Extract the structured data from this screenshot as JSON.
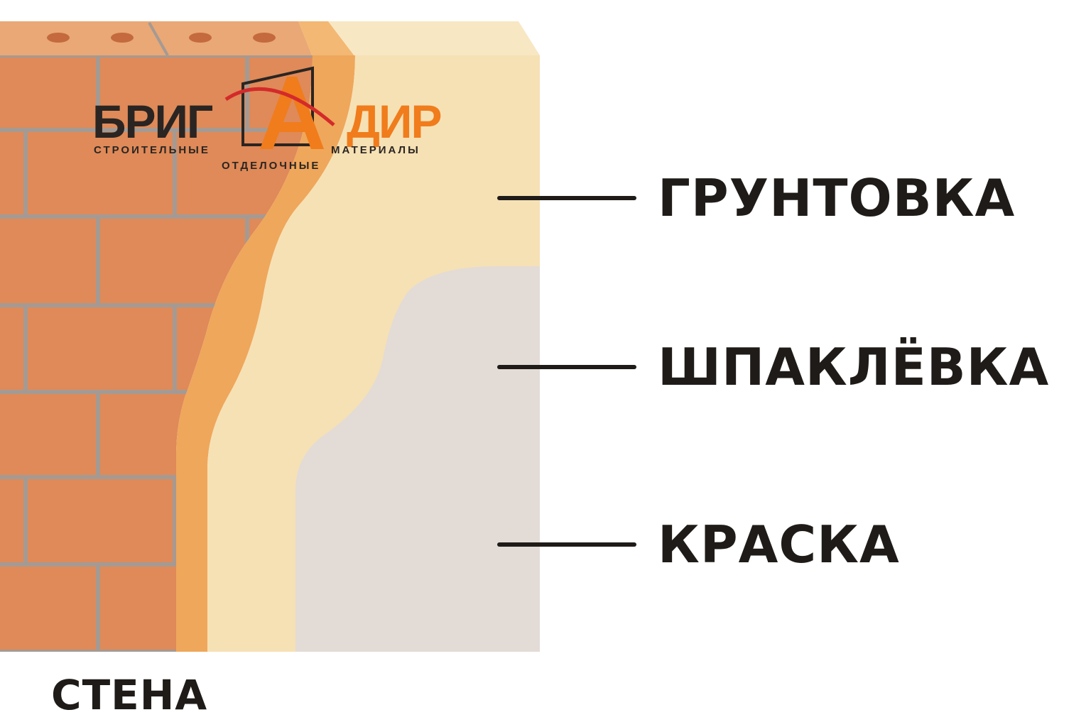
{
  "labels": {
    "primer": "ГРУНТОВКА",
    "putty": "ШПАКЛЁВКА",
    "paint": "КРАСКА",
    "wall": "СТЕНА"
  },
  "logo": {
    "word_left": "БРИГ",
    "word_right": "ДИР",
    "sub_1": "СТРОИТЕЛЬНЫЕ",
    "sub_2": "ОТДЕЛОЧНЫЕ",
    "sub_3": "МАТЕРИАЛЫ"
  },
  "colors": {
    "brick": "#df8a58",
    "brick_top": "#e9a876",
    "mortar": "#a59a93",
    "primer_layer": "#efa75b",
    "putty_layer": "#f6e1b5",
    "paint_layer": "#e3dbd5",
    "text": "#1f1b18",
    "logo_orange": "#f07c1c",
    "logo_dark": "#2a2522",
    "logo_red": "#d42a2a"
  }
}
